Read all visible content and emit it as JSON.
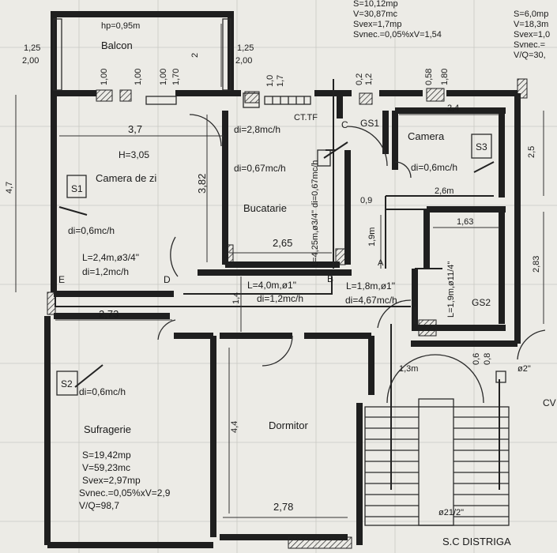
{
  "rooms": {
    "balcon": "Balcon",
    "camera_de_zi": "Camera de zi",
    "bucatarie": "Bucatarie",
    "camera": "Camera",
    "sufragerie": "Sufragerie",
    "dormitor": "Dormitor",
    "gs1": "GS1",
    "gs2": "GS2"
  },
  "dimensions": {
    "balcon_hp": "hp=0,95m",
    "balcon_2": "2",
    "left_125": "1,25",
    "left_200": "2,00",
    "right_125": "1,25",
    "right_200": "2,00",
    "w1_00a": "1,00",
    "w1_00b": "1,00",
    "w1_00c": "1,00",
    "w1_70": "1,70",
    "w1_0": "1,0",
    "w1_7": "1,7",
    "w0_2": "0,2",
    "w1_2": "1,2",
    "w0_58": "0,58",
    "w1_80": "1,80",
    "d3_7": "3,7",
    "h3_05": "H=3,05",
    "d3_82": "3,82",
    "d2_65": "2,65",
    "d2_4": "2,4",
    "d2_5": "2,5",
    "d2_6m": "2,6m",
    "d0_9": "0,9",
    "d1_63": "1,63",
    "d1_9m": "1,9m",
    "d2_83": "2,83",
    "d4_7": "4,7",
    "d1_4": "1,4",
    "d2_73": "2,73",
    "d4_4": "4,4",
    "d2_78": "2,78",
    "d1_3m": "1,3m",
    "d0_6": "0,6",
    "d0_8": "0,8"
  },
  "labels": {
    "s1": "S1",
    "s2": "S2",
    "s3": "S3",
    "ct_tf": "CT.TF",
    "c": "C",
    "b": "B",
    "d": "D",
    "e": "E",
    "a": "A",
    "cv": "CV",
    "phi2": "ø2\"",
    "phi21_2": "ø21/2\"",
    "distriga": "S.C DISTRIGA"
  },
  "pipes": {
    "di_28": "di=2,8mc/h",
    "di_067_buc": "di=0,67mc/h",
    "di_06_camera": "di=0,6mc/h",
    "buc_vertical": "L=4,25m,ø3/4\" di=0,67mc/h",
    "di_06_s1": "di=0,6mc/h",
    "l_24": "L=2,4m,ø3/4\"",
    "di_12_a": "di=1,2mc/h",
    "l_40": "L=4,0m,ø1\"",
    "di_12_b": "di=1,2mc/h",
    "l_18": "L=1,8m,ø1\"",
    "di_467": "di=4,67mc/h",
    "gs2_vertical": "L=1,9m,ø11/4\"",
    "di_06_s2": "di=0,6mc/h"
  },
  "stats": {
    "top_mid": [
      "S=10,12mp",
      "V=30,87mc",
      "Svex=1,7mp",
      "Svnec.=0,05%xV=1,54"
    ],
    "top_right": [
      "S=6,0mp",
      "V=18,3m",
      "Svex=1,0",
      "Svnec.=",
      "V/Q=30,"
    ],
    "sufragerie": [
      "S=19,42mp",
      "V=59,23mc",
      "Svex=2,97mp",
      "Svnec.=0,05%xV=2,9",
      "V/Q=98,7"
    ]
  }
}
